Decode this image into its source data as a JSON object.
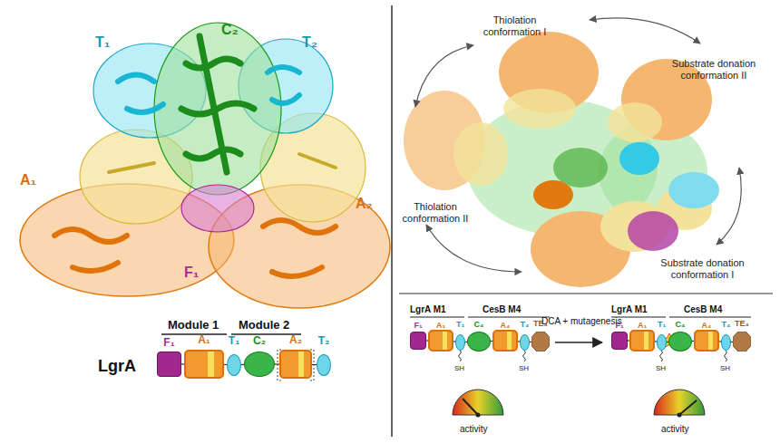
{
  "diagram": {
    "nodes": [
      {
        "text": [
          "F₁"
        ]
      },
      {
        "text": [
          "A₁"
        ]
      },
      {
        "text": [
          "T₁"
        ]
      },
      {
        "text": [
          "C₂"
        ]
      },
      {
        "text": [
          "A₂"
        ]
      },
      {
        "text": [
          "T₂"
        ]
      },
      {
        "text": [
          "F₁"
        ]
      },
      {
        "text": [
          "A₁"
        ]
      },
      {
        "text": [
          "T₁"
        ]
      },
      {
        "text": [
          "C₄"
        ]
      },
      {
        "text": [
          "A₄"
        ]
      },
      {
        "text": [
          "T₄"
        ]
      },
      {
        "text": [
          "TE₄"
        ]
      },
      {
        "text": [
          "F₁"
        ]
      },
      {
        "text": [
          "A₁"
        ]
      },
      {
        "text": [
          "T₁"
        ]
      },
      {
        "text": [
          "C₄"
        ]
      },
      {
        "text": [
          "A₄"
        ]
      },
      {
        "text": [
          "T₄"
        ]
      },
      {
        "text": [
          "TE₄"
        ]
      }
    ],
    "edges": [
      {
        "from": 0,
        "to": 1,
        "arrow": "none"
      },
      {
        "from": 1,
        "to": 2,
        "arrow": "none"
      },
      {
        "from": 2,
        "to": 3,
        "arrow": "none"
      },
      {
        "from": 3,
        "to": 4,
        "arrow": "none"
      },
      {
        "from": 4,
        "to": 5,
        "arrow": "none"
      },
      {
        "from": 6,
        "to": 7,
        "arrow": "none"
      },
      {
        "from": 7,
        "to": 8,
        "arrow": "none"
      },
      {
        "from": 8,
        "to": 9,
        "arrow": "none"
      },
      {
        "from": 9,
        "to": 10,
        "arrow": "none"
      },
      {
        "from": 10,
        "to": 11,
        "arrow": "none"
      },
      {
        "from": 11,
        "to": 12,
        "arrow": "none"
      },
      {
        "from": 13,
        "to": 14,
        "arrow": "none"
      },
      {
        "from": 14,
        "to": 15,
        "arrow": "none"
      },
      {
        "from": 15,
        "to": 16,
        "arrow": "none"
      },
      {
        "from": 16,
        "to": 17,
        "arrow": "none"
      },
      {
        "from": 17,
        "to": 18,
        "arrow": "none"
      },
      {
        "from": 18,
        "to": 19,
        "arrow": "none"
      }
    ],
    "labels": [
      "T₁",
      "C₂",
      "T₂",
      "A₁",
      "A₂",
      "F₁",
      "Module 1",
      "Module 2",
      "LgrA",
      "Thiolation conformation I",
      "Substrate donation conformation II",
      "Thiolation conformation II",
      "Substrate donation conformation I",
      "LgrA M1",
      "CesB M4",
      "SH",
      "SH",
      "activity",
      "DCA + mutagenesis",
      "LgrA M1",
      "CesB M4",
      "SH",
      "SH",
      "activity"
    ]
  }
}
